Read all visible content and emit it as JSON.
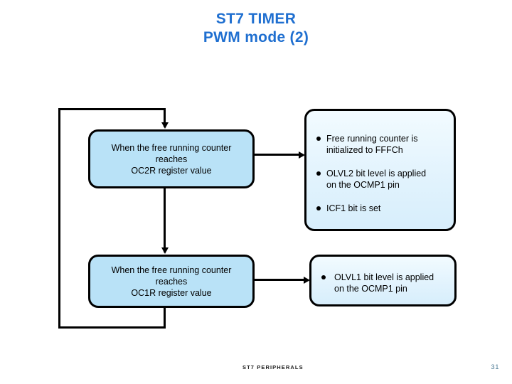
{
  "slide": {
    "title_line1": "ST7 TIMER",
    "title_line2": "PWM mode (2)",
    "title_color": "#1f6fd0",
    "background": "#ffffff"
  },
  "diagram": {
    "box_fill_left": "#b9e2f7",
    "box_fill_right": "#e6f5fd",
    "border_color": "#000000",
    "nodes": [
      {
        "id": "condition-oc2r",
        "kind": "condition",
        "lines": [
          "When the free running counter",
          "reaches",
          "OC2R register value"
        ]
      },
      {
        "id": "effect-oc2r",
        "kind": "effect",
        "bullets": [
          [
            "Free running counter is",
            "initialized to FFFCh"
          ],
          [
            "OLVL2 bit level is applied",
            "on the OCMP1 pin"
          ],
          [
            "ICF1 bit is set"
          ]
        ]
      },
      {
        "id": "condition-oc1r",
        "kind": "condition",
        "lines": [
          "When the free running counter",
          "reaches",
          "OC1R register value"
        ]
      },
      {
        "id": "effect-oc1r",
        "kind": "effect",
        "bullets": [
          [
            "OLVL1 bit level is applied",
            "on the OCMP1 pin"
          ]
        ]
      }
    ]
  },
  "footer": {
    "left_label": "ST7 PERIPHERALS",
    "page_number": "31",
    "page_color": "#4e7c96"
  }
}
